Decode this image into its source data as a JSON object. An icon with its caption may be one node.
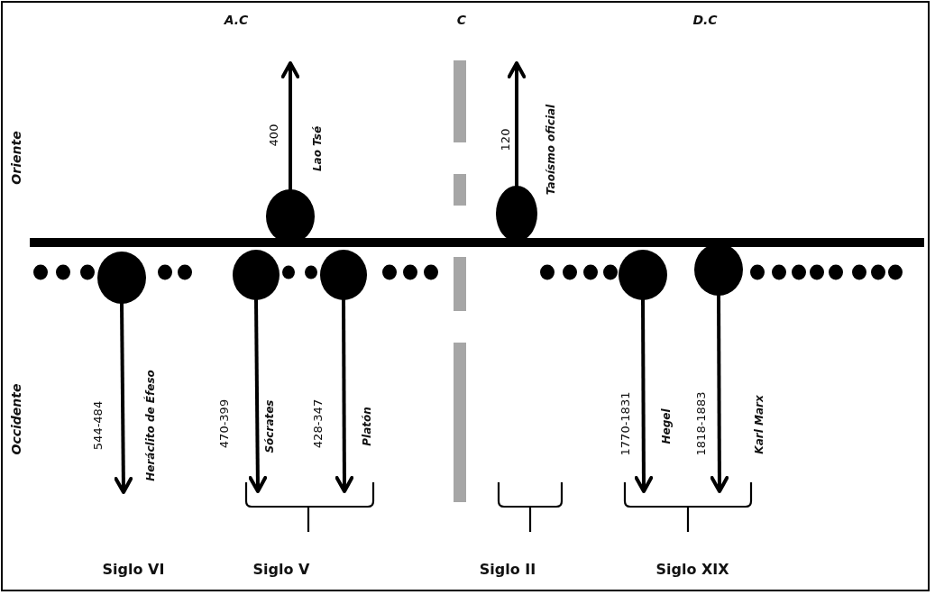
{
  "diagram": {
    "nodes": [
      {
        "text": [],
        "shape": "circle"
      },
      {
        "text": [],
        "shape": "circle"
      },
      {
        "text": [],
        "shape": "circle"
      },
      {
        "text": [],
        "shape": "circle"
      },
      {
        "text": [],
        "shape": "circle"
      },
      {
        "text": [],
        "shape": "circle"
      },
      {
        "text": [],
        "shape": "circle"
      }
    ],
    "edges": [
      {
        "from": 0,
        "to": null,
        "arrow": "to"
      },
      {
        "from": 1,
        "to": null,
        "arrow": "to"
      },
      {
        "from": 2,
        "to": null,
        "arrow": "to"
      },
      {
        "from": 3,
        "to": null,
        "arrow": "to"
      },
      {
        "from": 4,
        "to": null,
        "arrow": "to"
      },
      {
        "from": 5,
        "to": null,
        "arrow": "to"
      },
      {
        "from": 6,
        "to": null,
        "arrow": "to"
      }
    ],
    "labels": [
      "A.C",
      "C",
      "D.C",
      "Oriente",
      "400",
      "Lao Tsé",
      "120",
      "Taoísmo oficial",
      "Occidente",
      "544-484",
      "Heráclito de Éfeso",
      "470-399",
      "Sócrates",
      "428-347",
      "Platón",
      "1770-1831",
      "Hegel",
      "1818-1883",
      "Karl Marx",
      "Siglo VI",
      "Siglo V",
      "Siglo II",
      "Siglo XIX"
    ]
  }
}
